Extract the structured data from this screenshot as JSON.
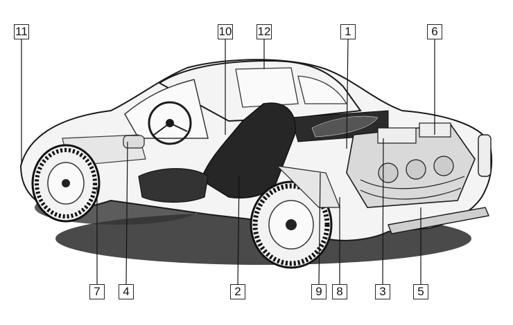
{
  "diagram": {
    "callouts": [
      {
        "id": "c11",
        "label": "11"
      },
      {
        "id": "c10",
        "label": "10"
      },
      {
        "id": "c12",
        "label": "12"
      },
      {
        "id": "c1",
        "label": "1"
      },
      {
        "id": "c6",
        "label": "6"
      },
      {
        "id": "c7",
        "label": "7"
      },
      {
        "id": "c4",
        "label": "4"
      },
      {
        "id": "c2",
        "label": "2"
      },
      {
        "id": "c9",
        "label": "9"
      },
      {
        "id": "c8",
        "label": "8"
      },
      {
        "id": "c3",
        "label": "3"
      },
      {
        "id": "c5",
        "label": "5"
      }
    ]
  }
}
